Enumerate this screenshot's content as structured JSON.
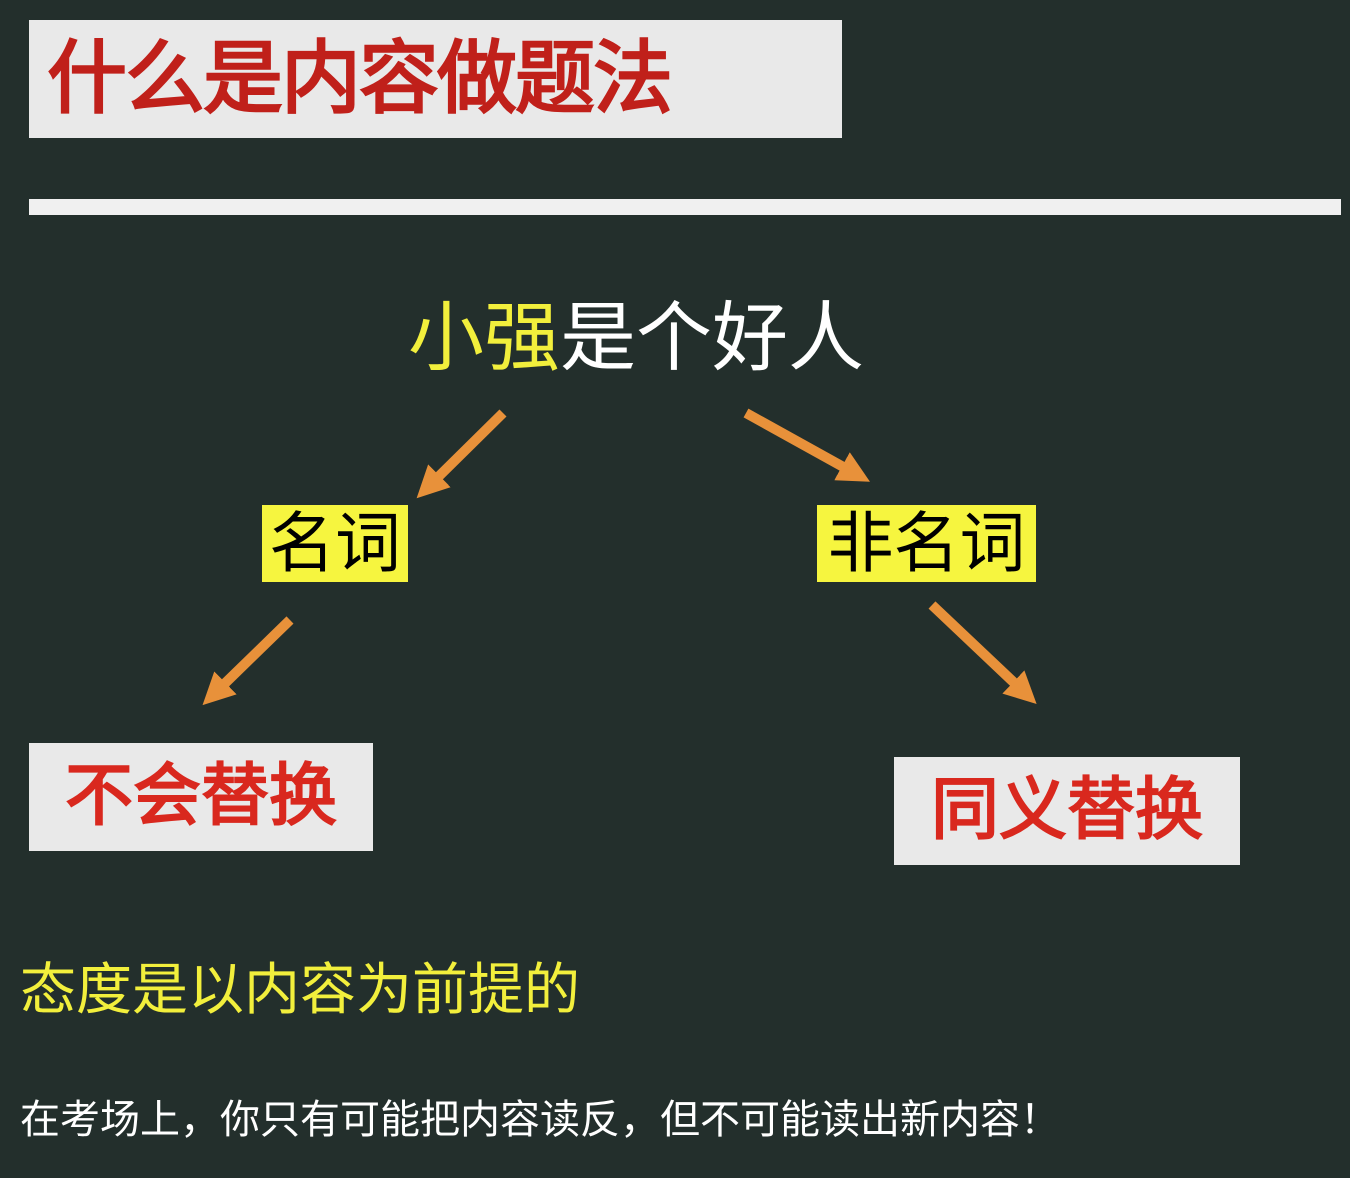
{
  "title": "什么是内容做题法",
  "sentence": {
    "subject": "小强",
    "rest": "是个好人"
  },
  "branches": {
    "left": {
      "label": "名词",
      "result": "不会替换"
    },
    "right": {
      "label": "非名词",
      "result": "同义替换"
    }
  },
  "premise": "态度是以内容为前提的",
  "footnote": "在考场上，你只有可能把内容读反，但不可能读出新内容！",
  "colors": {
    "background": "#232f2c",
    "title_red": "#c0201a",
    "result_red": "#d9281e",
    "highlight_yellow": "#f6f53f",
    "text_yellow": "#f2ef3c",
    "arrow_orange": "#e8913a",
    "box_gray": "#e9e9e9"
  },
  "icons": [
    "arrow-down-left-icon",
    "arrow-down-right-icon"
  ]
}
